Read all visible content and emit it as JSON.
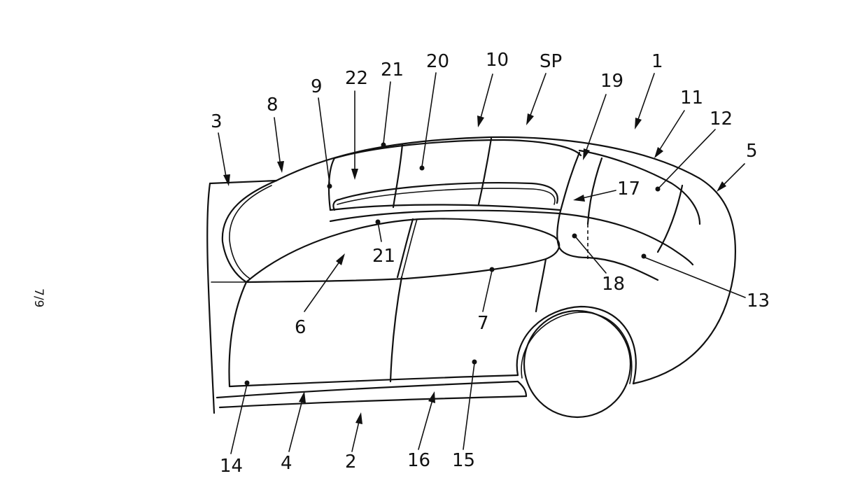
{
  "figure": {
    "page_number": "7/9",
    "labels": {
      "l1": "1",
      "l2": "2",
      "l3": "3",
      "l4": "4",
      "l5": "5",
      "l6": "6",
      "l7": "7",
      "l8": "8",
      "l9": "9",
      "l10": "10",
      "l11": "11",
      "l12": "12",
      "l13": "13",
      "l14": "14",
      "l15": "15",
      "l16": "16",
      "l17": "17",
      "l18": "18",
      "l19": "19",
      "l20": "20",
      "l21a": "21",
      "l21b": "21",
      "l22": "22",
      "lsp": "SP"
    }
  }
}
